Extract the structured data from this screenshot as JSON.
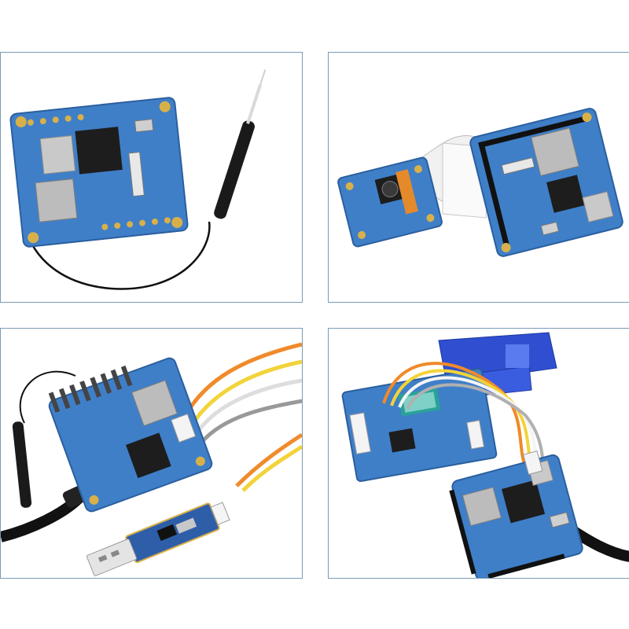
{
  "panels": [
    {
      "name": "board-with-antenna"
    },
    {
      "name": "board-with-camera-module"
    },
    {
      "name": "board-with-usb-serial-adapter"
    },
    {
      "name": "board-with-serial-expansion-board"
    }
  ],
  "colors": {
    "panel_border": "#7a9bb6",
    "pcb_blue": "#3f7fc8",
    "pcb_dark": "#2b5f9e",
    "gold": "#d8b04a",
    "header_black": "#222222",
    "vga_blue": "#2f4fd0",
    "wire_orange": "#f08a2a",
    "wire_yellow": "#f2d33a",
    "wire_white": "#f4f4f4",
    "wire_gray": "#b0b0b0"
  },
  "icons": [
    "antenna",
    "microsd-slot",
    "usb-micro-port",
    "ribbon-cable",
    "camera-lens",
    "usb-plug",
    "vga-connector",
    "db9-connector"
  ]
}
